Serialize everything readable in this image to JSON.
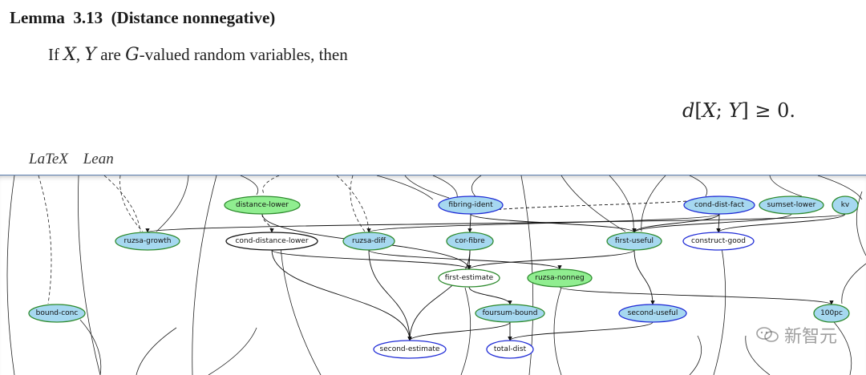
{
  "lemma": {
    "heading": "Lemma  3.13  (Distance nonnegative)",
    "body_if": "If ",
    "var_x": "X",
    "comma": ", ",
    "var_y": "Y",
    "body_are": " are ",
    "var_g": "G",
    "body_rest": "-valued random variables, then",
    "equation": {
      "d": "d",
      "lbr": "[",
      "x": "X",
      "semi": "; ",
      "y": "Y",
      "rbr": "]",
      "rel": " ≥ 0."
    }
  },
  "links": {
    "latex": "LaTeX",
    "lean": "Lean"
  },
  "watermark": {
    "text": "新智元"
  },
  "graph": {
    "colors": {
      "proved_fill": "#90ee90",
      "stated_fill": "#a6d8f0",
      "plain_fill": "#ffffff",
      "green_stroke": "#2e8b2e",
      "blue_stroke": "#1f2bd6",
      "black_stroke": "#111111"
    },
    "nodes": [
      {
        "id": "distance-lower",
        "label": "distance-lower",
        "fill": "proved",
        "stroke": "green"
      },
      {
        "id": "fibring-ident",
        "label": "fibring-ident",
        "fill": "stated",
        "stroke": "blue"
      },
      {
        "id": "cond-dist-fact",
        "label": "cond-dist-fact",
        "fill": "stated",
        "stroke": "blue"
      },
      {
        "id": "sumset-lower",
        "label": "sumset-lower",
        "fill": "stated",
        "stroke": "green"
      },
      {
        "id": "kv",
        "label": "kv",
        "fill": "stated",
        "stroke": "green"
      },
      {
        "id": "ruzsa-growth",
        "label": "ruzsa-growth",
        "fill": "stated",
        "stroke": "green"
      },
      {
        "id": "cond-distance-lower",
        "label": "cond-distance-lower",
        "fill": "plain",
        "stroke": "black"
      },
      {
        "id": "ruzsa-diff",
        "label": "ruzsa-diff",
        "fill": "stated",
        "stroke": "green"
      },
      {
        "id": "cor-fibre",
        "label": "cor-fibre",
        "fill": "stated",
        "stroke": "green"
      },
      {
        "id": "first-useful",
        "label": "first-useful",
        "fill": "stated",
        "stroke": "green"
      },
      {
        "id": "construct-good",
        "label": "construct-good",
        "fill": "plain",
        "stroke": "blue"
      },
      {
        "id": "first-estimate",
        "label": "first-estimate",
        "fill": "plain",
        "stroke": "green"
      },
      {
        "id": "ruzsa-nonneg",
        "label": "ruzsa-nonneg",
        "fill": "proved",
        "stroke": "green"
      },
      {
        "id": "bound-conc",
        "label": "bound-conc",
        "fill": "stated",
        "stroke": "green"
      },
      {
        "id": "foursum-bound",
        "label": "foursum-bound",
        "fill": "stated",
        "stroke": "green"
      },
      {
        "id": "second-useful",
        "label": "second-useful",
        "fill": "stated",
        "stroke": "blue"
      },
      {
        "id": "100pc",
        "label": "100pc",
        "fill": "stated",
        "stroke": "green"
      },
      {
        "id": "second-estimate",
        "label": "second-estimate",
        "fill": "plain",
        "stroke": "blue"
      },
      {
        "id": "total-dist",
        "label": "total-dist",
        "fill": "plain",
        "stroke": "blue"
      }
    ],
    "edges": [
      [
        "distance-lower",
        "cond-distance-lower",
        "dashed"
      ],
      [
        "fibring-ident",
        "cor-fibre",
        "solid"
      ],
      [
        "fibring-ident",
        "first-useful",
        "solid"
      ],
      [
        "fibring-ident",
        "cond-dist-fact",
        "dashed"
      ],
      [
        "cond-dist-fact",
        "first-useful",
        "solid"
      ],
      [
        "cond-dist-fact",
        "construct-good",
        "solid"
      ],
      [
        "cond-dist-fact",
        "ruzsa-diff",
        "solid"
      ],
      [
        "sumset-lower",
        "first-useful",
        "solid"
      ],
      [
        "kv",
        "construct-good",
        "solid"
      ],
      [
        "kv",
        "ruzsa-growth",
        "solid"
      ],
      [
        "cond-distance-lower",
        "first-estimate",
        "solid"
      ],
      [
        "cond-distance-lower",
        "second-estimate",
        "solid"
      ],
      [
        "ruzsa-diff",
        "ruzsa-nonneg",
        "solid"
      ],
      [
        "ruzsa-diff",
        "second-estimate",
        "solid"
      ],
      [
        "cor-fibre",
        "first-estimate",
        "solid"
      ],
      [
        "cor-fibre",
        "second-estimate",
        "solid"
      ],
      [
        "first-useful",
        "first-estimate",
        "solid"
      ],
      [
        "first-useful",
        "second-useful",
        "solid"
      ],
      [
        "first-estimate",
        "foursum-bound",
        "solid"
      ],
      [
        "ruzsa-nonneg",
        "100pc",
        "solid"
      ],
      [
        "foursum-bound",
        "second-estimate",
        "solid"
      ],
      [
        "foursum-bound",
        "total-dist",
        "solid"
      ],
      [
        "second-useful",
        "total-dist",
        "solid"
      ],
      [
        "distance-lower",
        "first-estimate",
        "solid"
      ]
    ]
  }
}
